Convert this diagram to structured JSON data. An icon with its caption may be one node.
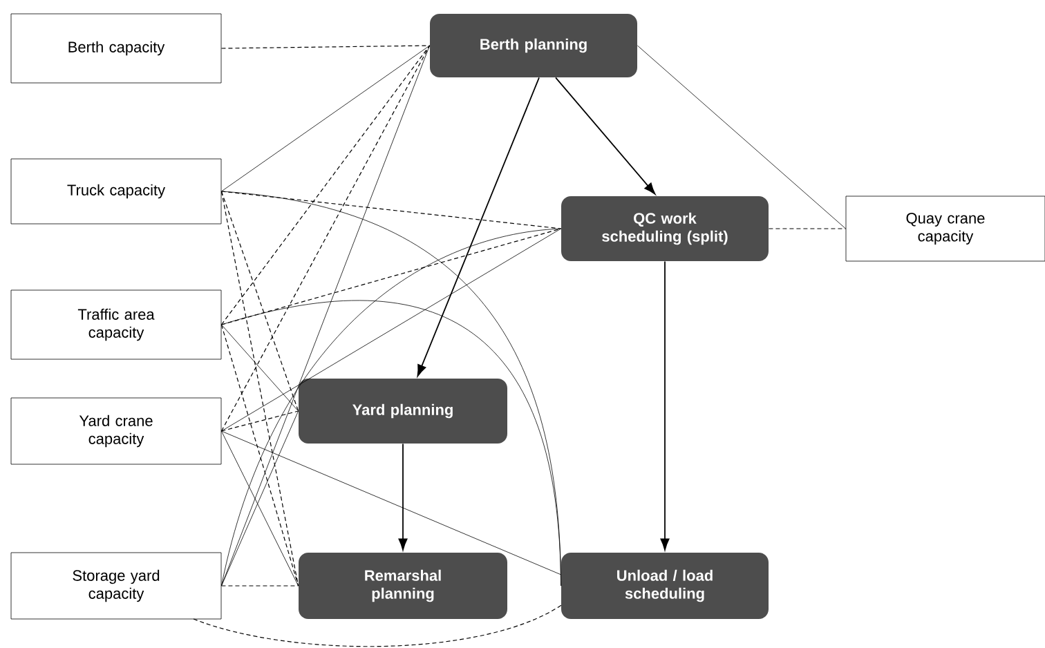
{
  "diagram": {
    "nodes": [
      {
        "text": [
          "Berth capacity"
        ]
      },
      {
        "text": [
          "Truck capacity"
        ]
      },
      {
        "text": [
          "Traffic area capacity"
        ]
      },
      {
        "text": [
          "Yard crane capacity"
        ]
      },
      {
        "text": [
          "Storage yard capacity"
        ]
      },
      {
        "text": [
          "Berth planning"
        ]
      },
      {
        "text": [
          "QC work scheduling (split)"
        ]
      },
      {
        "text": [
          "Quay crane capacity"
        ]
      },
      {
        "text": [
          "Yard planning"
        ]
      },
      {
        "text": [
          "Remarshal planning"
        ]
      },
      {
        "text": [
          "Unload / load scheduling"
        ]
      }
    ],
    "edges": [
      {
        "from": 5,
        "to": 8,
        "arrow": "to"
      },
      {
        "from": 5,
        "to": 6,
        "arrow": "to"
      },
      {
        "from": 6,
        "to": 10,
        "arrow": "to"
      },
      {
        "from": 8,
        "to": 9,
        "arrow": "to"
      },
      {
        "from": 0,
        "to": 5,
        "arrow": "none",
        "style": "dashed"
      },
      {
        "from": 5,
        "to": 7,
        "arrow": "none"
      },
      {
        "from": 6,
        "to": 7,
        "arrow": "none",
        "style": "dashed"
      },
      {
        "from": 1,
        "to": 5,
        "arrow": "none"
      },
      {
        "from": 1,
        "to": 6,
        "arrow": "none",
        "style": "dashed"
      },
      {
        "from": 1,
        "to": 8,
        "arrow": "none",
        "style": "dashed"
      },
      {
        "from": 1,
        "to": 9,
        "arrow": "none",
        "style": "dashed"
      },
      {
        "from": 1,
        "to": 10,
        "arrow": "none"
      },
      {
        "from": 2,
        "to": 5,
        "arrow": "none",
        "style": "dashed"
      },
      {
        "from": 2,
        "to": 6,
        "arrow": "none",
        "style": "dashed"
      },
      {
        "from": 2,
        "to": 8,
        "arrow": "none"
      },
      {
        "from": 2,
        "to": 9,
        "arrow": "none",
        "style": "dashed"
      },
      {
        "from": 2,
        "to": 10,
        "arrow": "none"
      },
      {
        "from": 3,
        "to": 5,
        "arrow": "none",
        "style": "dashed"
      },
      {
        "from": 3,
        "to": 6,
        "arrow": "none"
      },
      {
        "from": 3,
        "to": 8,
        "arrow": "none",
        "style": "dashed"
      },
      {
        "from": 3,
        "to": 9,
        "arrow": "none"
      },
      {
        "from": 3,
        "to": 10,
        "arrow": "none"
      },
      {
        "from": 4,
        "to": 5,
        "arrow": "none"
      },
      {
        "from": 4,
        "to": 6,
        "arrow": "none"
      },
      {
        "from": 4,
        "to": 8,
        "arrow": "none"
      },
      {
        "from": 4,
        "to": 9,
        "arrow": "none",
        "style": "dashed"
      },
      {
        "from": 4,
        "to": 10,
        "arrow": "none",
        "style": "dashed"
      }
    ]
  }
}
